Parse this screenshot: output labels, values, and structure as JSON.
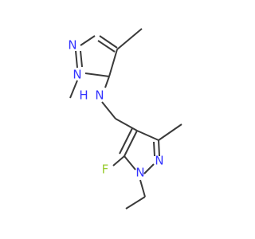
{
  "molecule": {
    "atoms": [
      {
        "id": "n1",
        "label": "N",
        "color": "#3333ff"
      },
      {
        "id": "n2",
        "label": "N",
        "color": "#3333ff"
      },
      {
        "id": "nh",
        "label": "N",
        "color": "#3333ff"
      },
      {
        "id": "h",
        "label": "H",
        "color": "#3333ff"
      },
      {
        "id": "n3",
        "label": "N",
        "color": "#3333ff"
      },
      {
        "id": "n4",
        "label": "N",
        "color": "#3333ff"
      },
      {
        "id": "f",
        "label": "F",
        "color": "#9acd32"
      }
    ]
  },
  "colors": {
    "bond": "#3a3a3a",
    "nitrogen": "#3333ff",
    "fluorine": "#9acd32",
    "background": "#ffffff"
  }
}
